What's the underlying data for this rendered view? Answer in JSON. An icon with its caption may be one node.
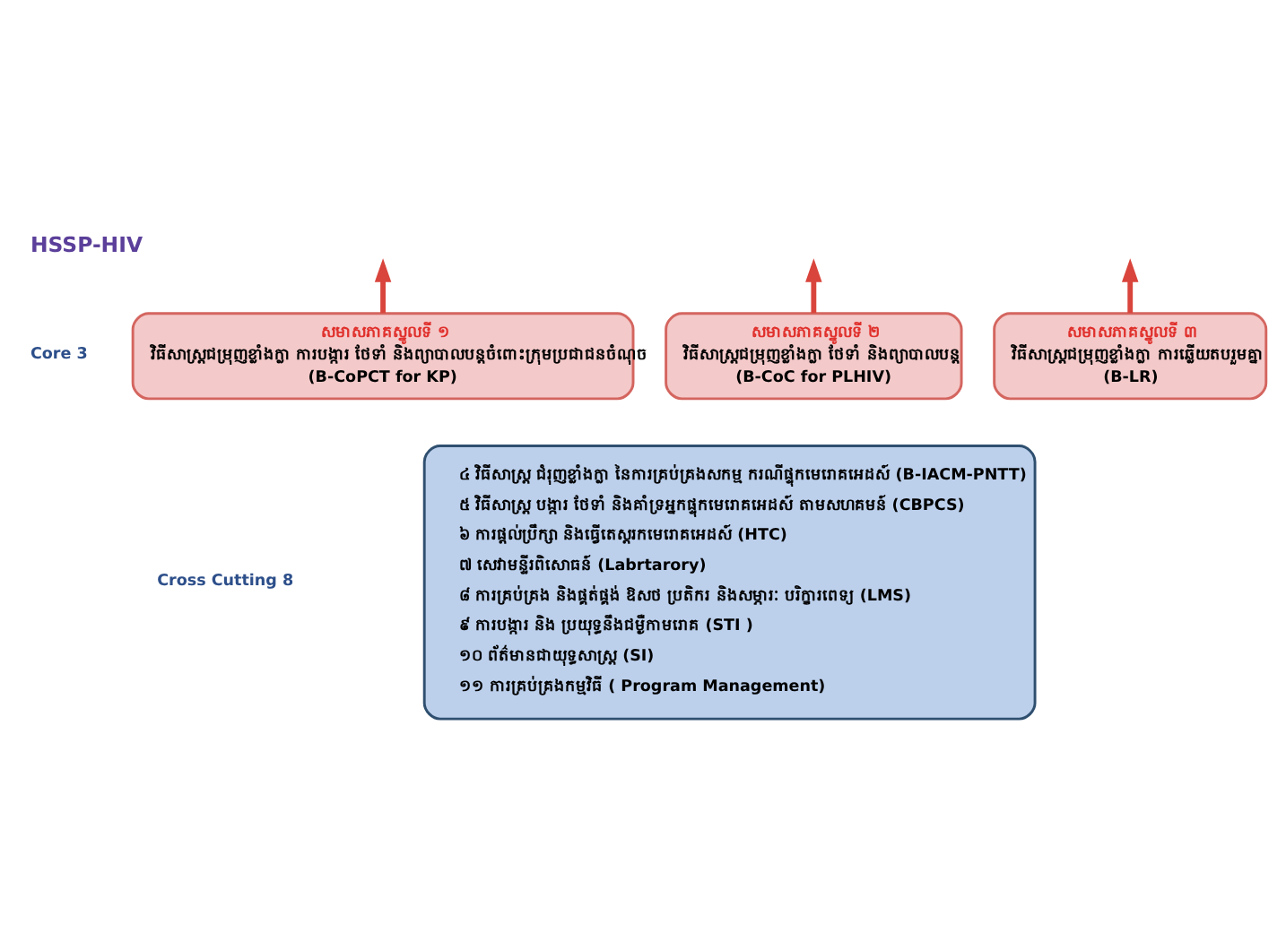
{
  "diagram": {
    "title": "HSSP-HIV",
    "nodes": [
      {
        "text": [
          "សមាសភាគស្នូលទី ១",
          "វិធីសាស្ត្រជម្រុញខ្លាំងក្លា ការបង្ការ ថែទាំ និងព្យាបាលបន្តចំពោះក្រុមប្រជាជនចំណុច",
          "(B-CoPCT for KP)"
        ]
      },
      {
        "text": [
          "សមាសភាគស្នូលទី ២",
          "វិធីសាស្ត្រជម្រុញខ្លាំងក្លា ថែទាំ និងព្យាបាលបន្ត",
          "(B-CoC for PLHIV)"
        ]
      },
      {
        "text": [
          "សមាសភាគស្នូលទី ៣",
          "វិធីសាស្ត្រជម្រុញខ្លាំងក្លា ការឆ្លើយតបរួមគ្នា",
          "(B-LR)"
        ]
      },
      {
        "text": [
          "៤ វិធីសាស្ត្រ ជំរុញខ្លាំងក្លា នៃការគ្រប់គ្រងសកម្ម ករណីផ្ទុកមេរោគអេដស៍ (B-IACM-PNTT)",
          "៥ វិធីសាស្ត្រ បង្ការ ថែទាំ និងគាំទ្រអ្នកផ្ទុកមេរោគអេដស៍ តាមសហគមន៍ (CBPCS)",
          "៦ ការផ្តល់ប្រឹក្សា និងធ្វើតេស្តរកមេរោគអេដស៍ (HTC)",
          "៧ សេវាមន្ទីរពិសោធន៍ (Labrtarory)",
          "៨ ការគ្រប់គ្រង និងផ្គត់ផ្គង់ ឱសថ ប្រតិករ និងសម្ភារៈ បរិក្ខារពេទ្យ (LMS)",
          "៩ ការបង្ការ និង ប្រយុទ្ធនឹងជម្ងឺកាមរោគ (STI )",
          "១០ ព័ត៌មានជាយុទ្ធសាស្ត្រ (SI)",
          "១១ ការគ្រប់គ្រងកម្មវិធី ( Program Management)"
        ]
      }
    ],
    "edges": [
      {
        "from": 0,
        "to": null,
        "arrow": "to"
      },
      {
        "from": 1,
        "to": null,
        "arrow": "to"
      },
      {
        "from": 2,
        "to": null,
        "arrow": "to"
      }
    ],
    "labels": [
      "Core 3",
      "Cross Cutting 8"
    ]
  }
}
